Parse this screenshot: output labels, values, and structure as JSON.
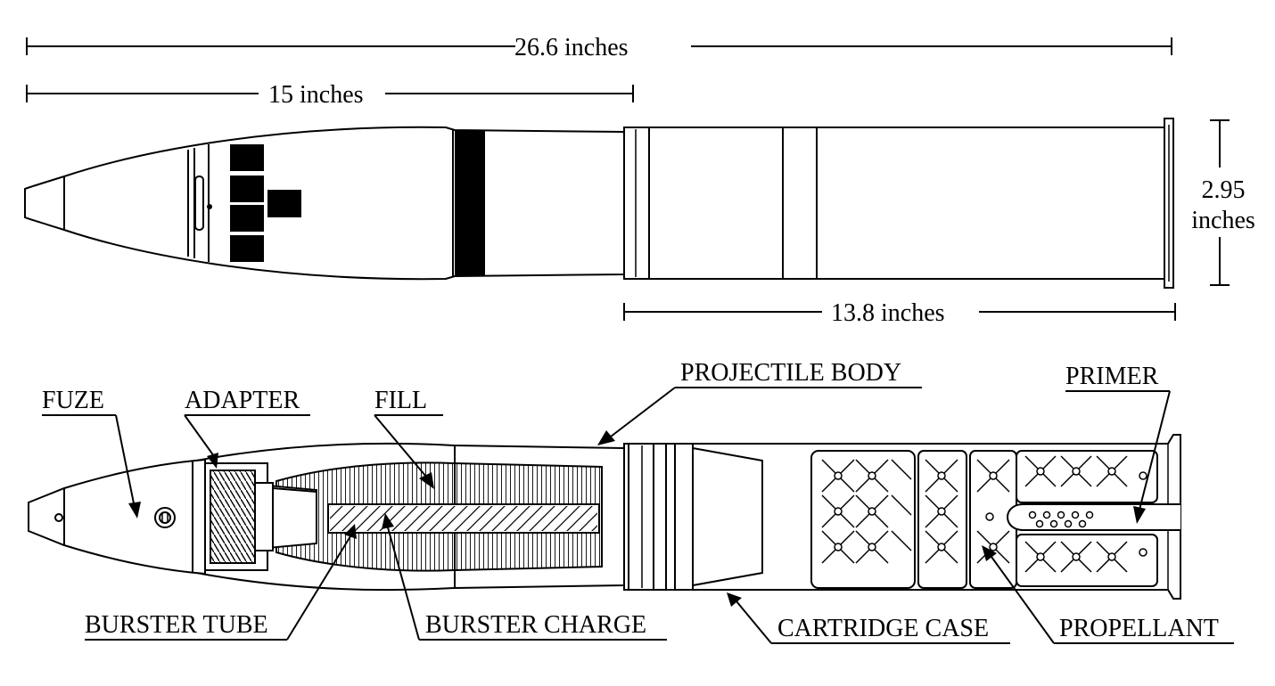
{
  "dimensions": {
    "overall_length": "26.6 inches",
    "projectile_length": "15 inches",
    "case_length": "13.8 inches",
    "diameter_value": "2.95",
    "diameter_unit": "inches"
  },
  "labels": {
    "fuze": "FUZE",
    "adapter": "ADAPTER",
    "fill": "FILL",
    "projectile_body": "PROJECTILE BODY",
    "primer": "PRIMER",
    "burster_tube": "BURSTER TUBE",
    "burster_charge": "BURSTER CHARGE",
    "cartridge_case": "CARTRIDGE CASE",
    "propellant": "PROPELLANT"
  }
}
